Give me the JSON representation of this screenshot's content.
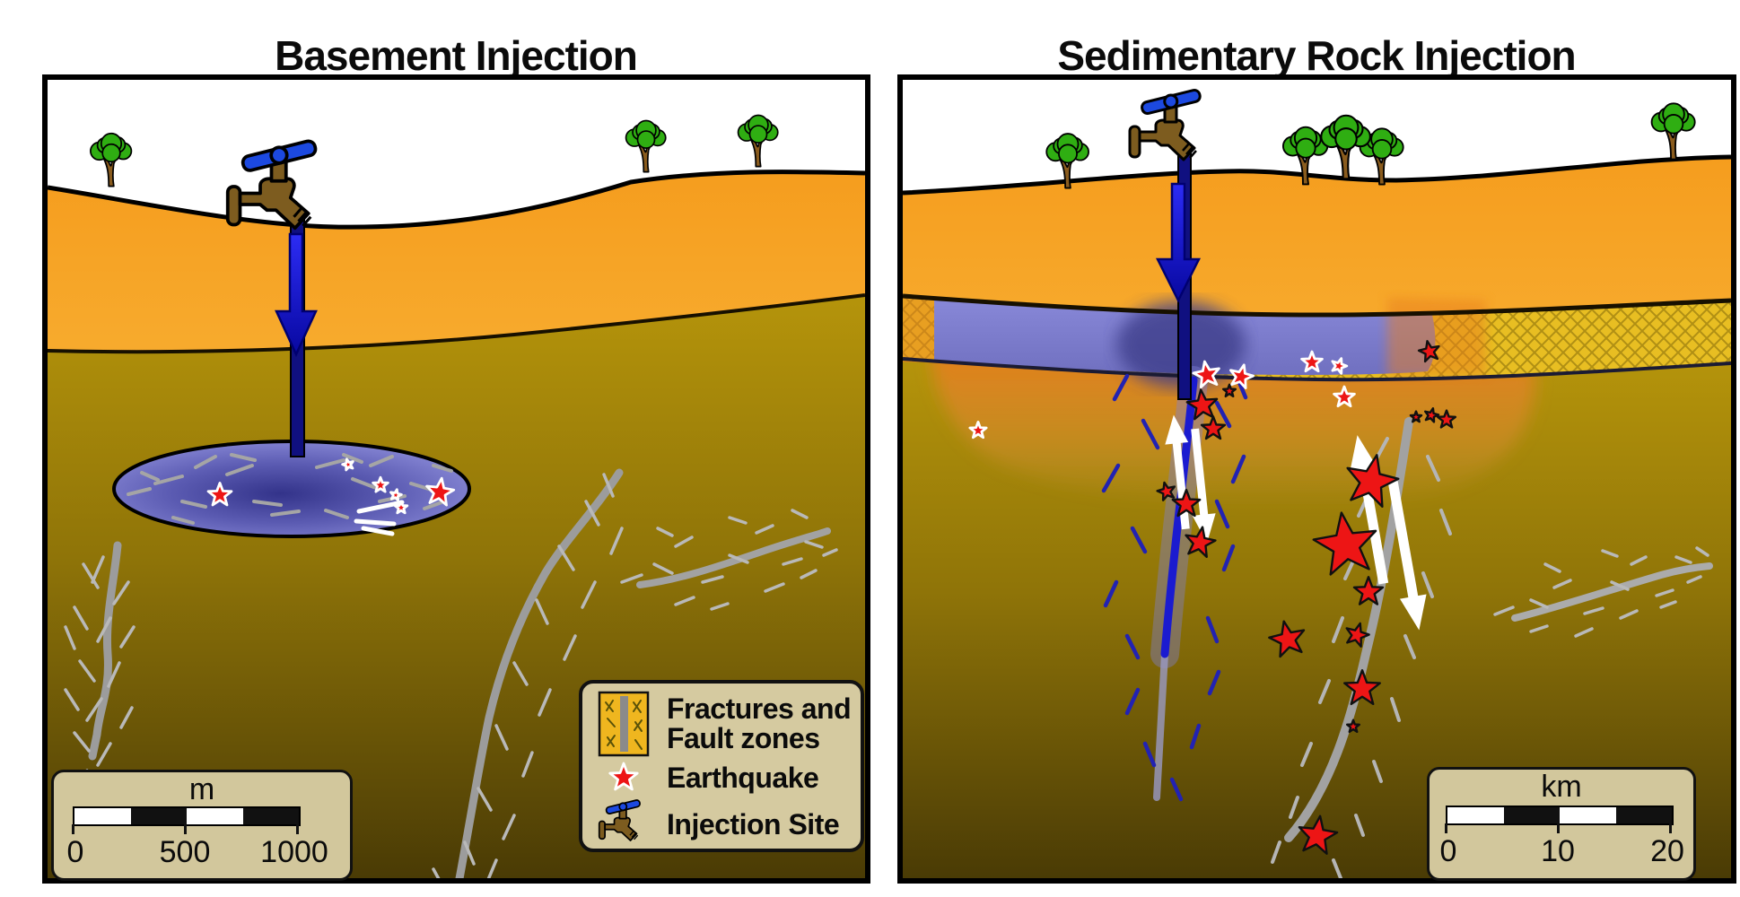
{
  "titles": {
    "left": "Basement Injection",
    "right": "Sedimentary Rock Injection"
  },
  "legend": {
    "items": [
      {
        "icon": "fault-zone-swatch",
        "label_line1": "Fractures and",
        "label_line2": "Fault zones"
      },
      {
        "icon": "earthquake-star",
        "label": "Earthquake"
      },
      {
        "icon": "injection-valve",
        "label": "Injection Site"
      }
    ]
  },
  "scalebars": {
    "left": {
      "unit": "m",
      "ticks": [
        "0",
        "500",
        "1000"
      ]
    },
    "right": {
      "unit": "km",
      "ticks": [
        "0",
        "10",
        "20"
      ]
    }
  },
  "colors": {
    "earthquake_red": "#ed1515",
    "injected_fluid_blue": "#8181d2",
    "injection_arrow_blue": "#1c1cd8",
    "pressure_front_orange": "#e87f1f",
    "sedimentary_orange_top": "#f59d1e",
    "sedimentary_orange_bottom": "#fed35b",
    "fractured_layer_gold": "#e8be22",
    "basement_olive_top": "#b5940b",
    "basement_olive_bottom": "#4a3b05",
    "fault_gray": "#9c9c9c",
    "legend_background": "#d5caa0",
    "tree_green": "#2fae12",
    "valve_brown": "#7d5c1f",
    "valve_handle_blue": "#1c49e0"
  }
}
